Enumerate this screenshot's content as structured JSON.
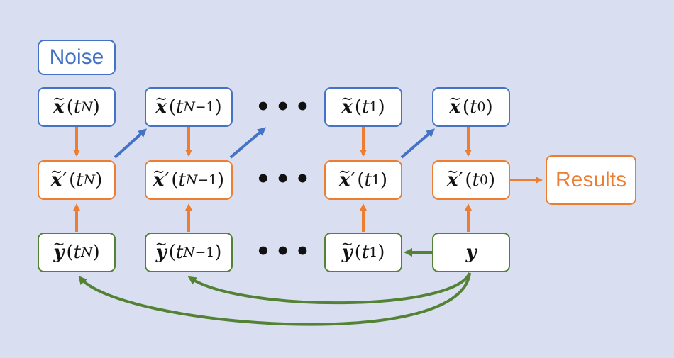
{
  "labels": {
    "noise": "Noise",
    "results": "Results",
    "dots": "•••"
  },
  "rows": {
    "x": {
      "symbol": "x",
      "cells": [
        {
          "idx": "t",
          "sub_var": "N",
          "sub_rest": ""
        },
        {
          "idx": "t",
          "sub_var": "N",
          "sub_rest": "−1"
        },
        {
          "idx": "t",
          "sub_var": "",
          "sub_rest": "1"
        },
        {
          "idx": "t",
          "sub_var": "",
          "sub_rest": "0"
        }
      ]
    },
    "xp": {
      "symbol": "x",
      "prime": "′",
      "cells": [
        {
          "idx": "t",
          "sub_var": "N",
          "sub_rest": ""
        },
        {
          "idx": "t",
          "sub_var": "N",
          "sub_rest": "−1"
        },
        {
          "idx": "t",
          "sub_var": "",
          "sub_rest": "1"
        },
        {
          "idx": "t",
          "sub_var": "",
          "sub_rest": "0"
        }
      ]
    },
    "y": {
      "symbol": "y",
      "cells": [
        {
          "idx": "t",
          "sub_var": "N",
          "sub_rest": ""
        },
        {
          "idx": "t",
          "sub_var": "N",
          "sub_rest": "−1"
        },
        {
          "idx": "t",
          "sub_var": "",
          "sub_rest": "1"
        }
      ]
    },
    "y_obs": {
      "symbol": "y"
    }
  },
  "tilde": "~",
  "paren_open": "(",
  "paren_close": ")",
  "colors": {
    "blue": "#4472c4",
    "orange": "#ed7d31",
    "green": "#548235",
    "background": "#d9dff0"
  }
}
